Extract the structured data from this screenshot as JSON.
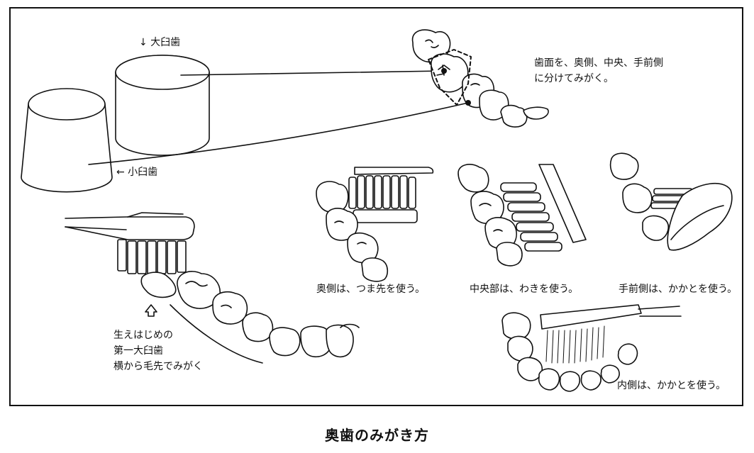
{
  "labels": {
    "molar": "↓ 大臼歯",
    "premolar": "← 小臼歯",
    "surface_note": [
      "歯面を、奥側、中央、手前側",
      "に分けてみがく。"
    ],
    "back_side": "奥側は、つま先を使う。",
    "center_part": "中央部は、わきを使う。",
    "front_side": "手前側は、かかとを使う。",
    "inner_side": "内側は、かかとを使う。",
    "first_molar_note": [
      "生えはじめの",
      "第一大臼歯",
      "横から毛先でみがく"
    ]
  },
  "caption": "奥歯のみがき方"
}
